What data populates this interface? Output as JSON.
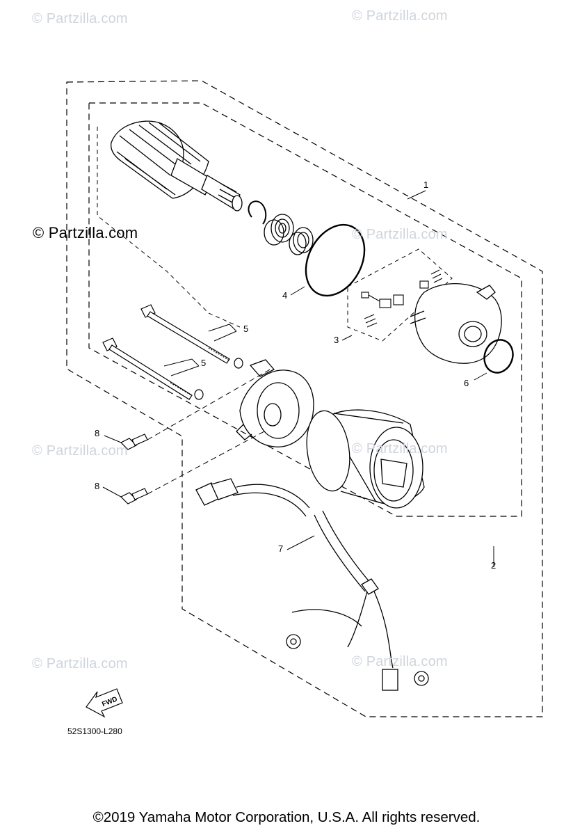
{
  "watermark": "© Partzilla.com",
  "diagram_code": "52S1300-L280",
  "fwd_label": "FWD",
  "copyright": "©2019 Yamaha Motor Corporation, U.S.A. All rights reserved.",
  "callouts": {
    "c1": "1",
    "c2": "2",
    "c3": "3",
    "c4": "4",
    "c5a": "5",
    "c5b": "5",
    "c6": "6",
    "c7": "7",
    "c8a": "8",
    "c8b": "8"
  },
  "parts": [
    "armature",
    "circlip",
    "bearing",
    "oil-seal",
    "o-ring-4",
    "brush-set",
    "front-cover",
    "o-ring-6",
    "through-bolt",
    "starter-housing",
    "bolt-8",
    "lead-wire"
  ]
}
